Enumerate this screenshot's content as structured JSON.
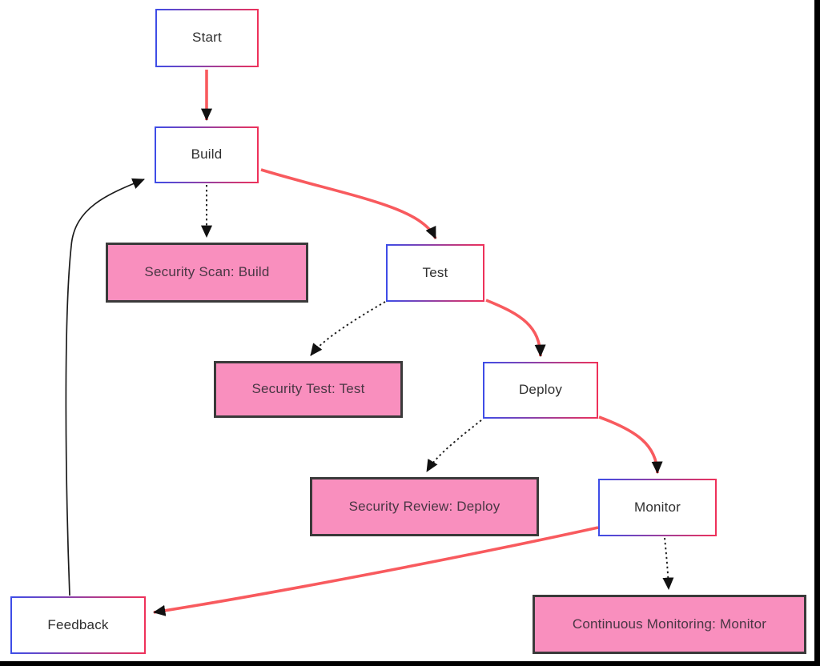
{
  "diagram": {
    "type": "flowchart",
    "nodes": {
      "start": {
        "label": "Start",
        "kind": "stage"
      },
      "build": {
        "label": "Build",
        "kind": "stage"
      },
      "test": {
        "label": "Test",
        "kind": "stage"
      },
      "deploy": {
        "label": "Deploy",
        "kind": "stage"
      },
      "monitor": {
        "label": "Monitor",
        "kind": "stage"
      },
      "feedback": {
        "label": "Feedback",
        "kind": "stage"
      },
      "security_scan_build": {
        "label": "Security Scan: Build",
        "kind": "security"
      },
      "security_test_test": {
        "label": "Security Test: Test",
        "kind": "security"
      },
      "security_review_deploy": {
        "label": "Security Review: Deploy",
        "kind": "security"
      },
      "continuous_monitoring_monitor": {
        "label": "Continuous Monitoring: Monitor",
        "kind": "security"
      }
    },
    "edges": [
      {
        "from": "Start",
        "to": "Build",
        "style": "solid",
        "color": "#f85a5e"
      },
      {
        "from": "Build",
        "to": "Test",
        "style": "solid",
        "color": "#f85a5e"
      },
      {
        "from": "Test",
        "to": "Deploy",
        "style": "solid",
        "color": "#f85a5e"
      },
      {
        "from": "Deploy",
        "to": "Monitor",
        "style": "solid",
        "color": "#f85a5e"
      },
      {
        "from": "Monitor",
        "to": "Feedback",
        "style": "solid",
        "color": "#f85a5e"
      },
      {
        "from": "Feedback",
        "to": "Build",
        "style": "solid",
        "color": "#1c1c1c"
      },
      {
        "from": "Build",
        "to": "Security Scan: Build",
        "style": "dotted",
        "color": "#1c1c1c"
      },
      {
        "from": "Test",
        "to": "Security Test: Test",
        "style": "dotted",
        "color": "#1c1c1c"
      },
      {
        "from": "Deploy",
        "to": "Security Review: Deploy",
        "style": "dotted",
        "color": "#1c1c1c"
      },
      {
        "from": "Monitor",
        "to": "Continuous Monitoring: Monitor",
        "style": "dotted",
        "color": "#1c1c1c"
      }
    ]
  },
  "colors": {
    "flow_arrow": "#f85a5e",
    "security_edge": "#1c1c1c",
    "arrowhead": "#111111",
    "node_border_left": "#3d4de8",
    "node_border_right": "#ef3159",
    "stage_fill": "#ffffff",
    "stage_text": "#2f2f2f",
    "security_fill": "#f98fbe",
    "security_border": "#3a3a3a",
    "security_text": "#493744",
    "frame_bar": "#000000"
  }
}
